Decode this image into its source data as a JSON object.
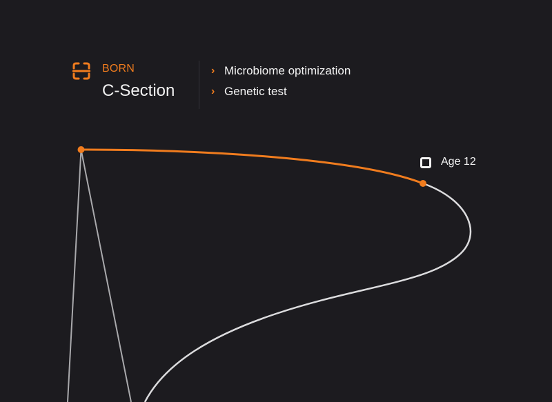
{
  "born": {
    "icon": "scan-frame-icon",
    "label": "BORN",
    "value": "C-Section"
  },
  "options": [
    {
      "icon": "chevron-right-icon",
      "label": "Microbiome optimization"
    },
    {
      "icon": "chevron-right-icon",
      "label": "Genetic test"
    }
  ],
  "milestone": {
    "icon": "square-marker-icon",
    "label": "Age 12"
  },
  "colors": {
    "background": "#1c1b1f",
    "accent": "#f07c1e",
    "text": "#f2f2f2",
    "line": "#a9a9ac",
    "divider": "#333238"
  }
}
